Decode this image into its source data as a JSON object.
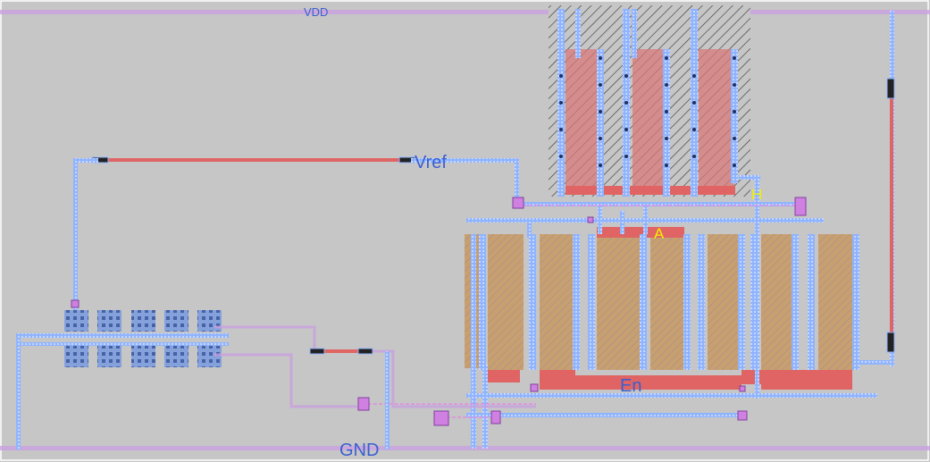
{
  "labels": {
    "vdd": "VDD",
    "gnd": "GND",
    "vref": "Vref",
    "en": "En",
    "a": "A",
    "h": "H"
  },
  "colors": {
    "background": "#c6c6c6",
    "metal1": "#8fb4ff",
    "poly": "#e06464",
    "diffusion": "#c8a070",
    "via": "#d080e0",
    "label_blue": "#3a5fd0",
    "label_yellow": "#f0f000"
  }
}
